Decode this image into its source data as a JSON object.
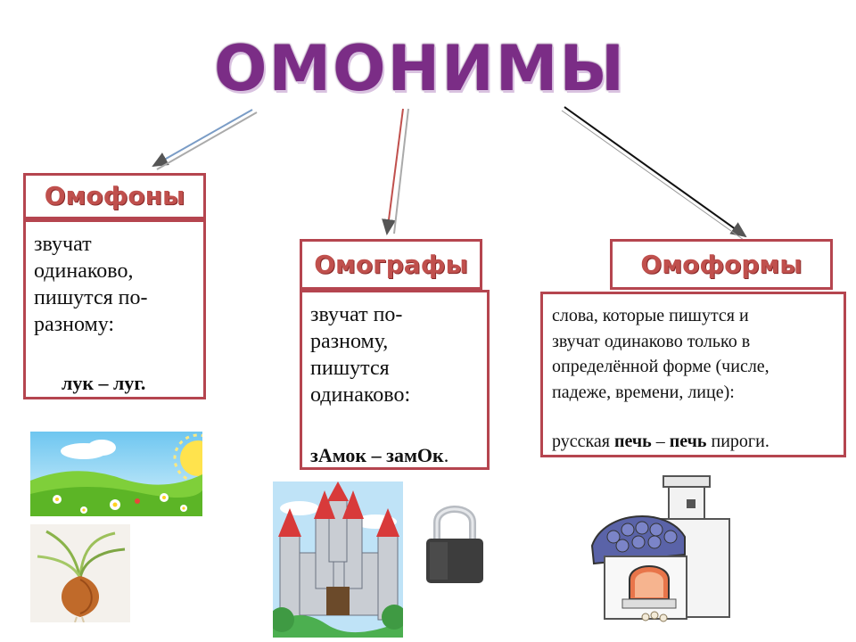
{
  "title": "ОМОНИМЫ",
  "categories": [
    {
      "name": "Омофоны",
      "description": "звучат\nодинаково,\nпишутся по-\nразному:",
      "example": "лук – луг."
    },
    {
      "name": "Омографы",
      "description": "звучат по-\nразному,\nпишутся\nодинаково:",
      "example_parts": [
        "зАмок – замОк",
        "."
      ]
    },
    {
      "name": "Омоформы",
      "description": "слова, которые пишутся и\nзвучат одинаково только в\nопределённой форме (числе,\nпадеже, времени, лице):",
      "example_parts": [
        "русская ",
        "печь",
        " – ",
        "печь",
        " пироги."
      ]
    }
  ],
  "illustrations": [
    "meadow-image",
    "onion-image",
    "castle-image",
    "padlock-image",
    "stove-image"
  ],
  "colors": {
    "title": "#7b2d86",
    "box_border": "#b5454f",
    "heading_text": "#c0504d"
  }
}
